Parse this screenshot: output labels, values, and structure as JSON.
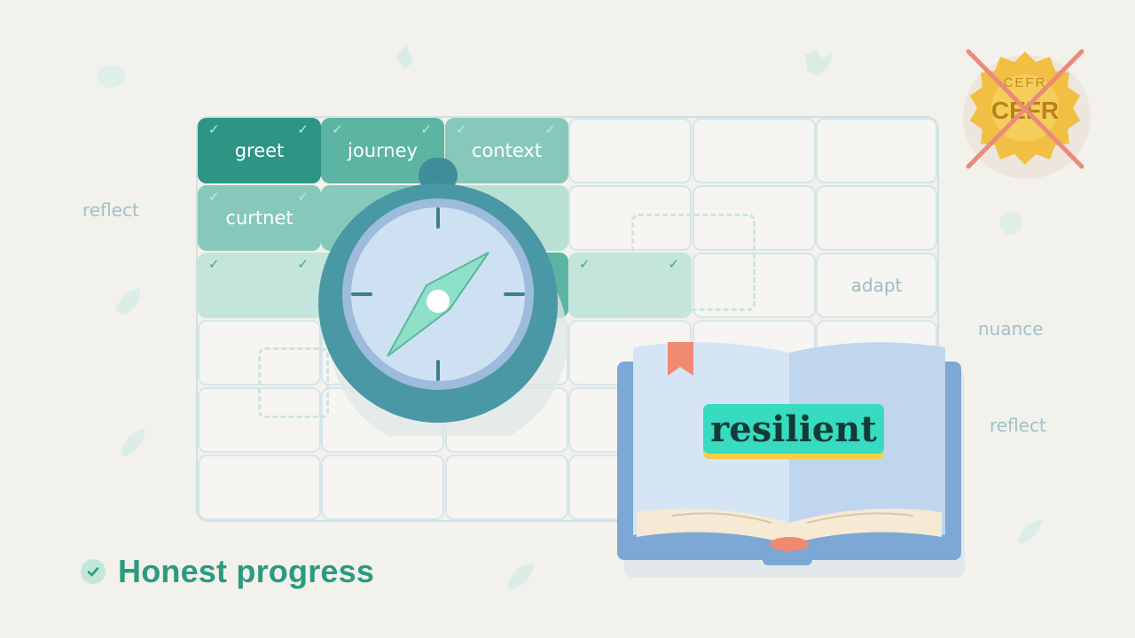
{
  "grid": {
    "row1": [
      "greet",
      "journey",
      "context"
    ],
    "row2": [
      "curtnet"
    ],
    "row3_word": "adapt"
  },
  "side_words": {
    "left": "reflect",
    "right_top": "nuance",
    "right_bottom": "reflect"
  },
  "badge": {
    "label_arc": "CEFR",
    "label_main": "CEFR",
    "crossed_out": true
  },
  "book": {
    "highlighted_word": "resilient"
  },
  "footer": {
    "label": "Honest progress"
  },
  "colors": {
    "background": "#f3f1ec",
    "teal_dark": "#2e9483",
    "teal_mid": "#5cb4a3",
    "mint_highlight": "#37dcc0",
    "accent_text": "#2b9a7f",
    "badge_gold": "#f0c040",
    "cross_red": "#ec8a7a",
    "bookmark": "#ef8a72"
  },
  "icons": [
    "compass-icon",
    "open-book-icon",
    "cefr-badge-icon",
    "check-icon",
    "leaf-icon"
  ]
}
